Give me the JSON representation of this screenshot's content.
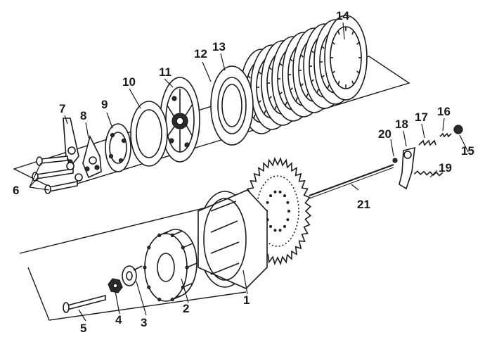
{
  "diagram": {
    "callouts": [
      "1",
      "2",
      "3",
      "4",
      "5",
      "6",
      "7",
      "8",
      "9",
      "10",
      "11",
      "12",
      "13",
      "14",
      "15",
      "16",
      "17",
      "18",
      "19",
      "20",
      "21"
    ],
    "icons": {
      "1": "clutch-outer-basket",
      "2": "clutch-hub",
      "3": "tab-washer",
      "4": "hub-nut",
      "5": "long-bolt",
      "6": "screws",
      "7": "lever-plate",
      "8": "cam-plate",
      "9": "spring-seat-plate",
      "10": "friction-disc",
      "11": "pressure-plate",
      "12": "clutch-plate",
      "13": "clutch-plate",
      "14": "clutch-plate-stack",
      "15": "cap-nut",
      "16": "small-spring",
      "17": "adjuster-spring",
      "18": "release-lever",
      "19": "return-spring",
      "20": "ball",
      "21": "push-rod"
    }
  }
}
